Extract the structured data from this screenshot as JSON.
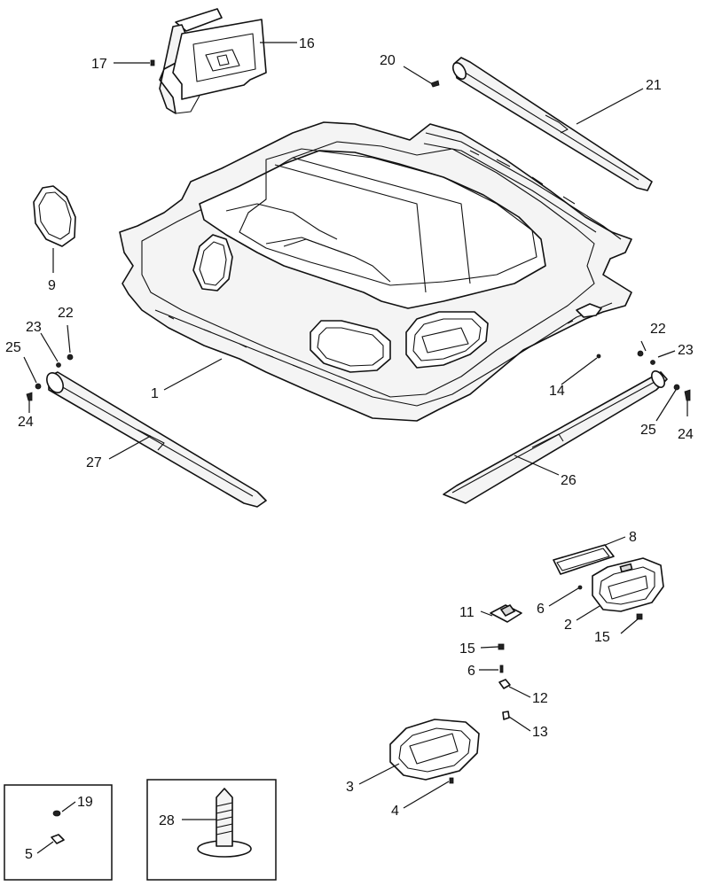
{
  "callouts": [
    {
      "id": "1",
      "label": "1"
    },
    {
      "id": "2",
      "label": "2"
    },
    {
      "id": "3",
      "label": "3"
    },
    {
      "id": "4",
      "label": "4"
    },
    {
      "id": "5",
      "label": "5"
    },
    {
      "id": "6a",
      "label": "6"
    },
    {
      "id": "6b",
      "label": "6"
    },
    {
      "id": "8",
      "label": "8"
    },
    {
      "id": "9",
      "label": "9"
    },
    {
      "id": "11",
      "label": "11"
    },
    {
      "id": "12",
      "label": "12"
    },
    {
      "id": "13",
      "label": "13"
    },
    {
      "id": "14",
      "label": "14"
    },
    {
      "id": "15a",
      "label": "15"
    },
    {
      "id": "15b",
      "label": "15"
    },
    {
      "id": "16",
      "label": "16"
    },
    {
      "id": "17",
      "label": "17"
    },
    {
      "id": "19",
      "label": "19"
    },
    {
      "id": "20",
      "label": "20"
    },
    {
      "id": "21",
      "label": "21"
    },
    {
      "id": "22a",
      "label": "22"
    },
    {
      "id": "22b",
      "label": "22"
    },
    {
      "id": "23a",
      "label": "23"
    },
    {
      "id": "23b",
      "label": "23"
    },
    {
      "id": "24a",
      "label": "24"
    },
    {
      "id": "24b",
      "label": "24"
    },
    {
      "id": "25a",
      "label": "25"
    },
    {
      "id": "25b",
      "label": "25"
    },
    {
      "id": "26",
      "label": "26"
    },
    {
      "id": "27",
      "label": "27"
    },
    {
      "id": "28",
      "label": "28"
    }
  ]
}
